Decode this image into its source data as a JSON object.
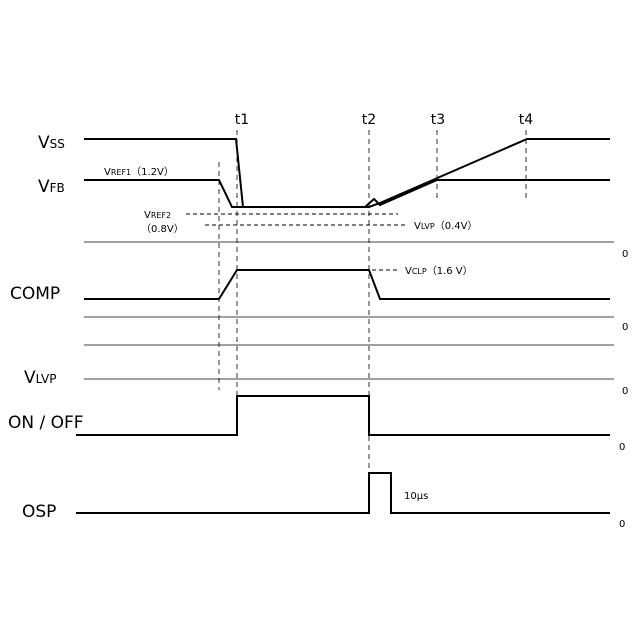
{
  "time_markers": [
    "t1",
    "t2",
    "t3",
    "t4"
  ],
  "signals": {
    "vss": {
      "main": "V",
      "sub": "SS"
    },
    "vfb": {
      "main": "V",
      "sub": "FB"
    },
    "comp": {
      "main": "COMP"
    },
    "vlvp": {
      "main": "V",
      "sub": "LVP"
    },
    "onoff": {
      "main": "ON / OFF"
    },
    "osp": {
      "main": "OSP"
    }
  },
  "annotations": {
    "vref1": {
      "main": "V",
      "sub": "REF1",
      "value": "（1.2V）"
    },
    "vref2": {
      "main": "V",
      "sub": "REF2",
      "value": "（0.8V）"
    },
    "vlvp_level": {
      "main": "V",
      "sub": "LVP",
      "value": "（0.4V）"
    },
    "vclp": {
      "main": "V",
      "sub": "CLP",
      "value": "（1.6 V）"
    },
    "pulse_width": "10μs"
  },
  "zero_labels": [
    "0",
    "0",
    "0",
    "0",
    "0"
  ]
}
